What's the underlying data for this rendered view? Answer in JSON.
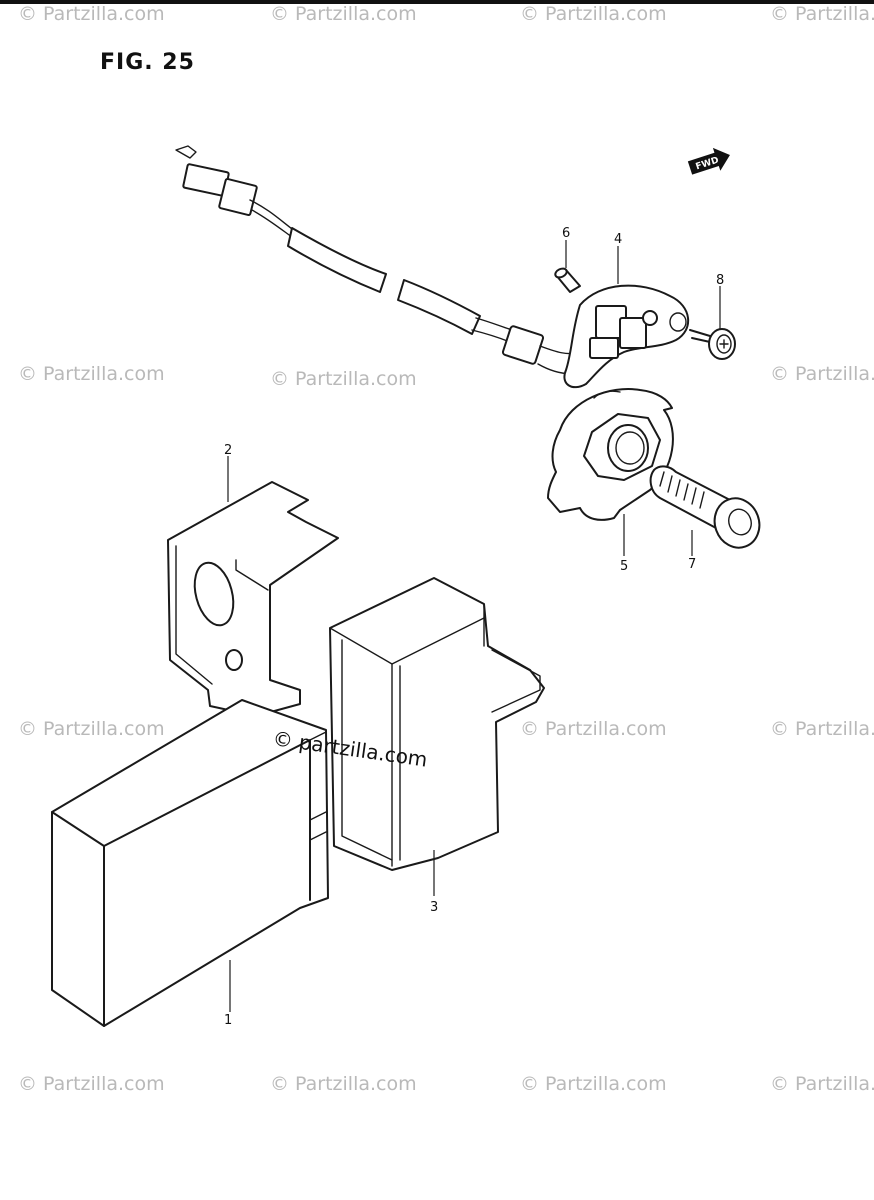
{
  "figure": {
    "title": "FIG. 25"
  },
  "fwd_label": "FWD",
  "watermark": {
    "text": "© Partzilla.com",
    "center_text": "© partzilla.com"
  },
  "callouts": [
    {
      "id": "1",
      "label": "1"
    },
    {
      "id": "2",
      "label": "2"
    },
    {
      "id": "3",
      "label": "3"
    },
    {
      "id": "4",
      "label": "4"
    },
    {
      "id": "5",
      "label": "5"
    },
    {
      "id": "6",
      "label": "6"
    },
    {
      "id": "7",
      "label": "7"
    },
    {
      "id": "8",
      "label": "8"
    }
  ]
}
